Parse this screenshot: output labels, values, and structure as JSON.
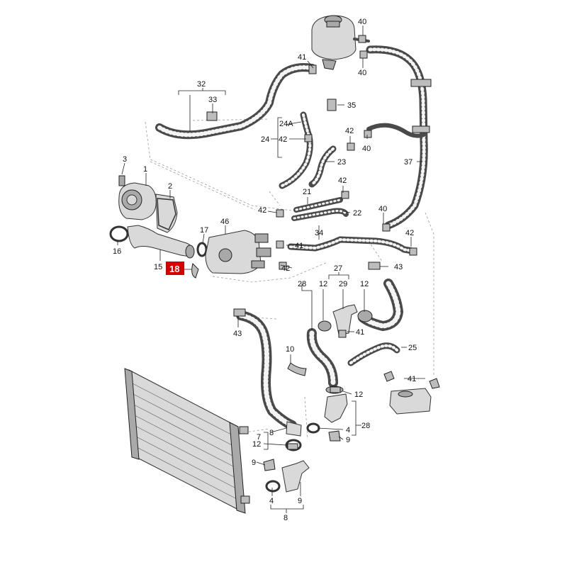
{
  "colors": {
    "highlight": "#d40000",
    "line": "#222222",
    "hose": "#4a4a4a",
    "part": "#d9d9d9"
  },
  "highlighted_part": "18",
  "labels": {
    "p1": "1",
    "p2": "2",
    "p3": "3",
    "p4a": "4",
    "p4b": "4",
    "p7": "7",
    "p8a": "8",
    "p8b": "8",
    "p9a": "9",
    "p9b": "9",
    "p9c": "9",
    "p10": "10",
    "p12a": "12",
    "p12b": "12",
    "p12c": "12",
    "p12d": "12",
    "p15": "15",
    "p16": "16",
    "p17": "17",
    "p18": "18",
    "p21": "21",
    "p22": "22",
    "p23": "23",
    "p24": "24",
    "p24A": "24A",
    "p25": "25",
    "p27": "27",
    "p28a": "28",
    "p28b": "28",
    "p29": "29",
    "p32": "32",
    "p33": "33",
    "p34": "34",
    "p35": "35",
    "p37": "37",
    "p40a": "40",
    "p40b": "40",
    "p40c": "40",
    "p40d": "40",
    "p41a": "41",
    "p41b": "41",
    "p41c": "41",
    "p41d": "41",
    "p42a": "42",
    "p42b": "42",
    "p42c": "42",
    "p42d": "42",
    "p42e": "42",
    "p42f": "42",
    "p43a": "43",
    "p43b": "43",
    "p46": "46"
  }
}
